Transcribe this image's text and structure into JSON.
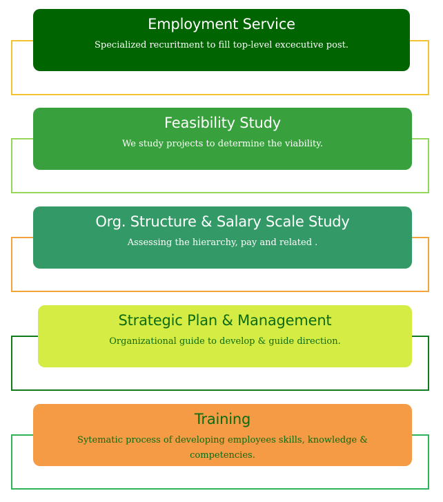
{
  "services": [
    {
      "title": "Employment Service",
      "description": "Specialized recuritment  to fill top-level excecutive post.",
      "card_color": "#006400",
      "text_color": "#ffffff",
      "bracket_color": "#f2c230"
    },
    {
      "title": "Feasibility Study",
      "description": "We study projects to determine the viability.",
      "card_color": "#38a03c",
      "text_color": "#ffffff",
      "bracket_color": "#93d65a"
    },
    {
      "title": "Org. Structure & Salary Scale Study",
      "description": "Assessing the hierarchy, pay and related .",
      "card_color": "#339966",
      "text_color": "#ffffff",
      "bracket_color": "#f2a43a"
    },
    {
      "title": "Strategic Plan & Management",
      "description": "Organizational guide to develop & guide direction.",
      "card_color": "#d5ec45",
      "text_color": "#0d6b12",
      "bracket_color": "#117a1a"
    },
    {
      "title": "Training",
      "description": "Sytematic process of developing employees skills, knowledge & competencies.",
      "card_color": "#f59a45",
      "text_color": "#0d6b12",
      "bracket_color": "#2fb358"
    }
  ]
}
